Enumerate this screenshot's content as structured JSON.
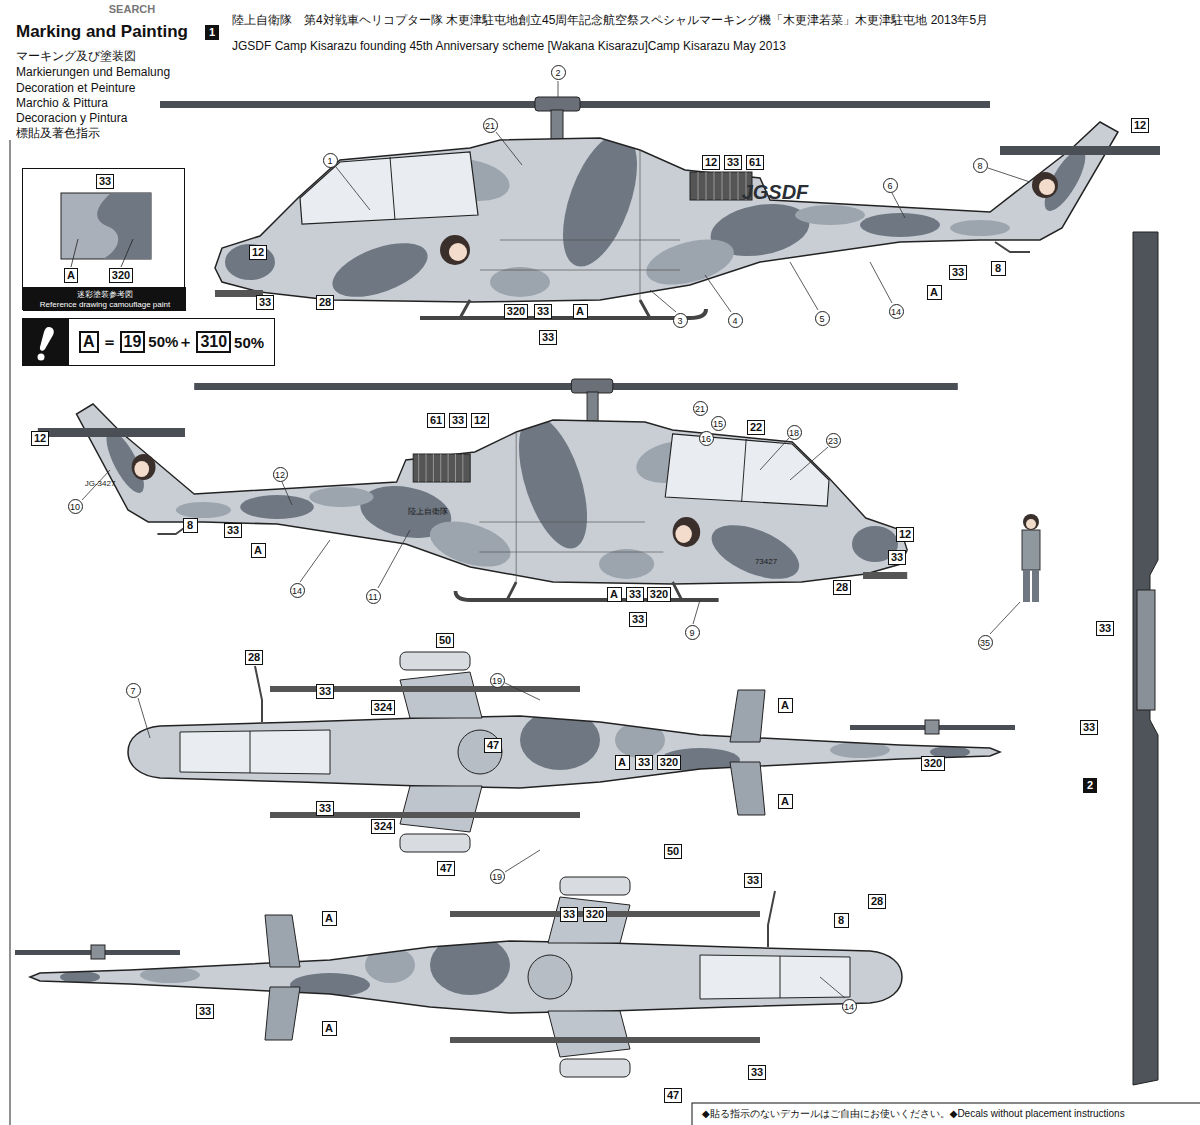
{
  "diagram": {
    "title": "陸上自衛隊　第4対戦車ヘリコプター隊 木更津駐屯地創立45周年記念航空祭スペシャルマーキング機「木更津若菜」木更津駐屯地 2013年5月",
    "nodes": [
      {
        "text": [
          "33",
          "A",
          "320",
          "迷彩塗装参考図",
          "Reference drawing camouflage paint"
        ]
      },
      {
        "text": [
          "A",
          "＝",
          "19",
          "50%＋",
          "310",
          "50%"
        ]
      }
    ],
    "labels": [
      "SEARCH",
      "1",
      "JGSDF Camp Kisarazu founding 45th Anniversary scheme [Wakana Kisarazu]Camp Kisarazu May 2013",
      "Marking and Painting",
      "マーキング及び塗装図",
      "Markierungen und Bemalung",
      "Decoration et Peinture",
      "Marchio & Pittura",
      "Decoracion y Pintura",
      "標貼及著色指示",
      "2",
      "21",
      "1",
      "12",
      "33",
      "61",
      "8",
      "6",
      "12",
      "12",
      "33",
      "28",
      "320",
      "33",
      "A",
      "3",
      "4",
      "5",
      "14",
      "33",
      "A",
      "8",
      "33",
      "JGSDF",
      "12",
      "61",
      "33",
      "12",
      "21",
      "15",
      "16",
      "22",
      "18",
      "23",
      "12",
      "10",
      "8",
      "33",
      "A",
      "14",
      "11",
      "12",
      "33",
      "28",
      "A",
      "33",
      "320",
      "33",
      "9",
      "35",
      "JG-3427",
      "陸上自衛隊",
      "73427",
      "7",
      "28",
      "50",
      "19",
      "33",
      "324",
      "47",
      "33",
      "324",
      "47",
      "19",
      "A",
      "A",
      "A",
      "33",
      "320",
      "320",
      "A",
      "A",
      "33",
      "320",
      "50",
      "33",
      "8",
      "28",
      "33",
      "14",
      "33",
      "47",
      "33",
      "33",
      "2",
      "◆貼る指示のないデカールはご自由にお使いください。◆Decals without placement instructions"
    ]
  }
}
